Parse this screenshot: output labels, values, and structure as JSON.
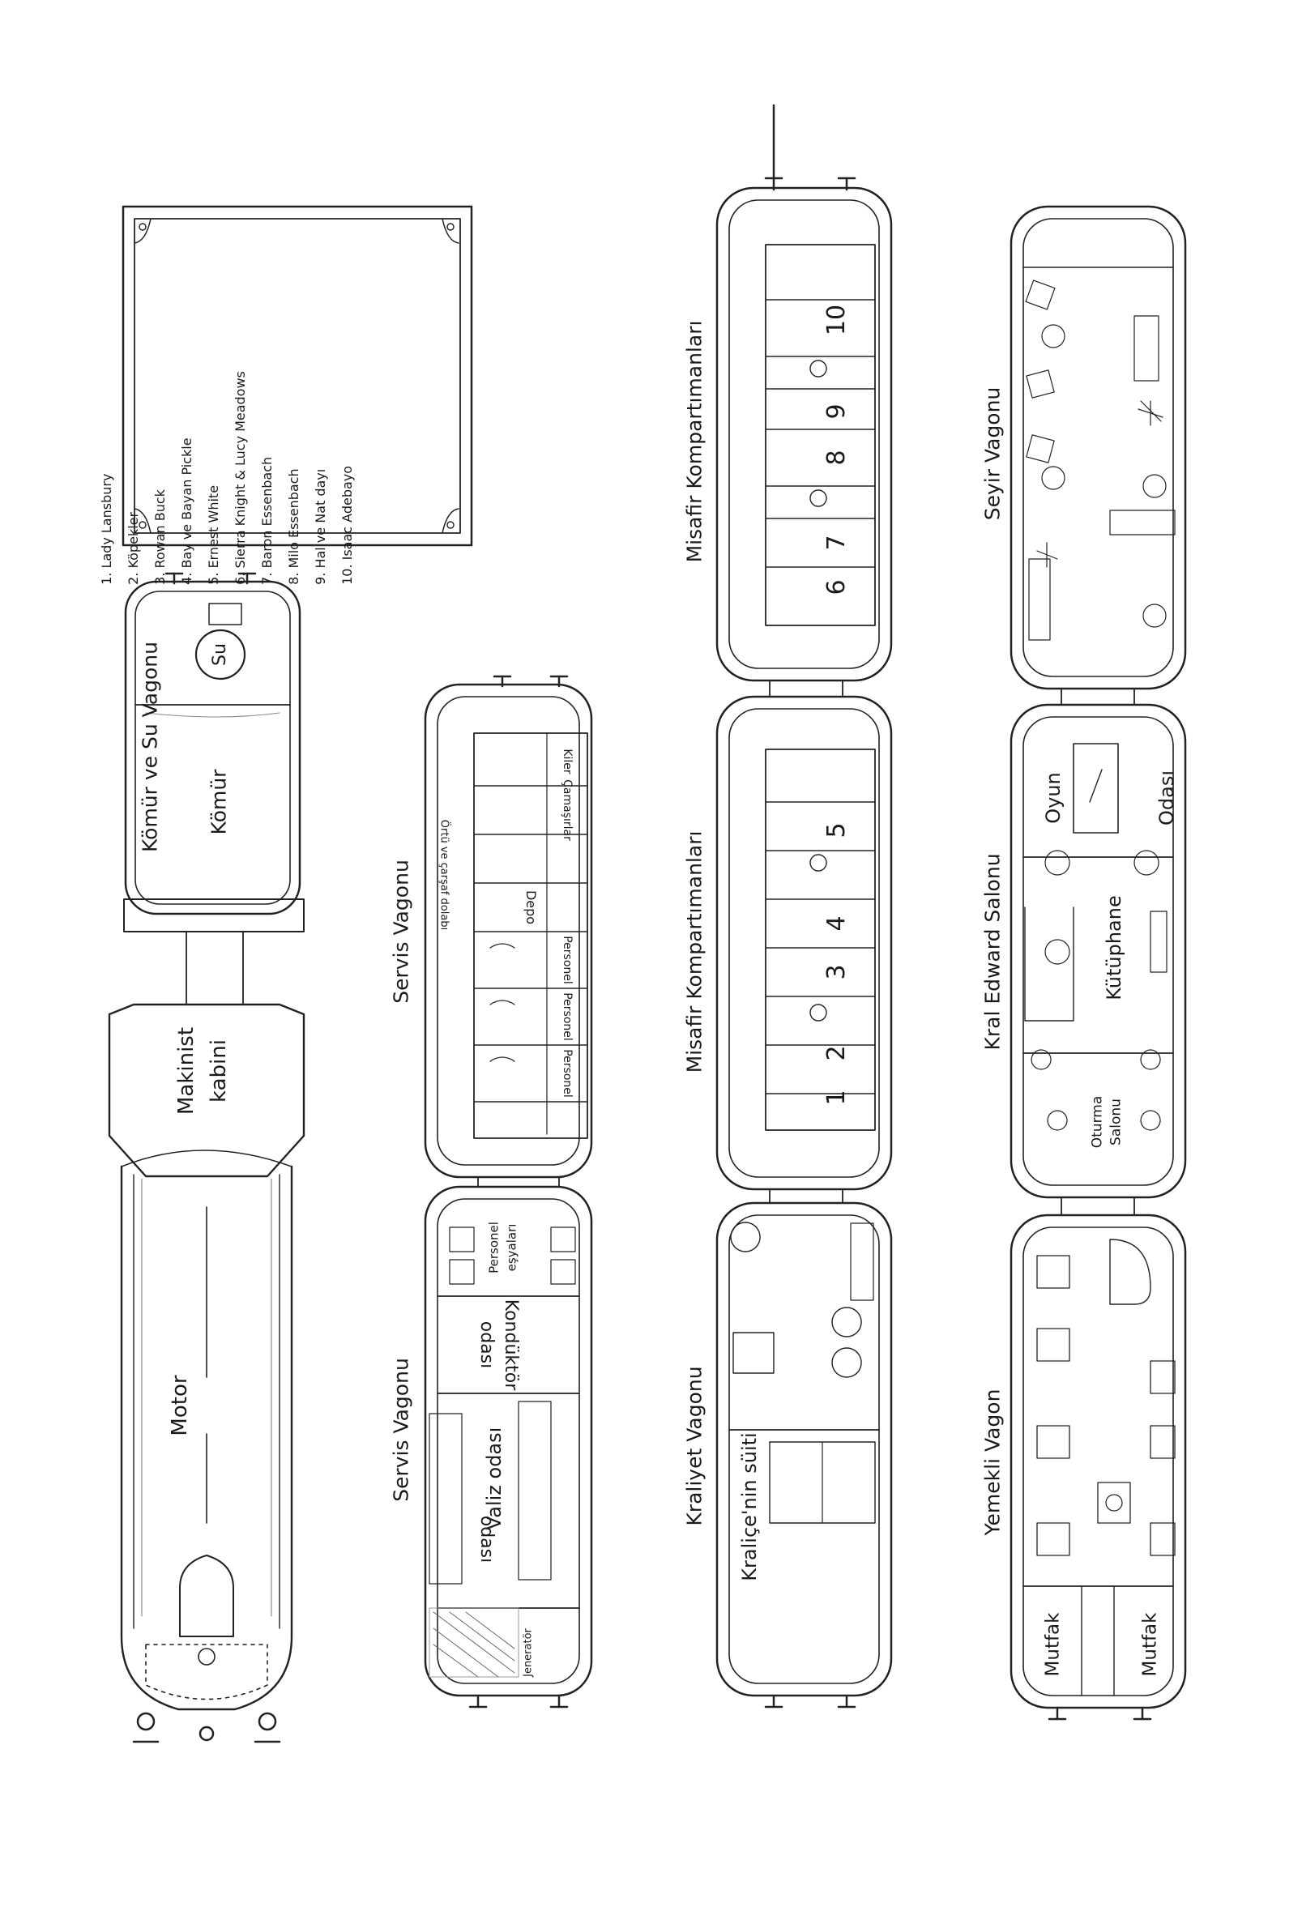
{
  "legend": [
    "1. Lady Lansbury",
    "2. Köpekler",
    "3. Rowan Buck",
    "4. Bay ve Bayan Pickle",
    "5. Ernest White",
    "6. Sierra Knight & Lucy Meadows",
    "7. Baron Essenbach",
    "8. Milo Essenbach",
    "9. Hal ve Nat dayı",
    "10. Isaac Adebayo"
  ],
  "labels": {
    "coal_water_car": "Kömür ve Su Vagonu",
    "water": "Su",
    "coal": "Kömür",
    "driver_cab_1": "Makinist",
    "driver_cab_2": "kabini",
    "engine": "Motor",
    "service_car": "Servis Vagonu",
    "pantry": "Kiler",
    "laundry": "Çamaşırlar",
    "linen_cupboard": "Örtü ve çarşaf dolabı",
    "storage": "Depo",
    "staff": "Personel",
    "staff_belongings_1": "Personel",
    "staff_belongings_2": "eşyaları",
    "conductor_room_1": "Kondüktör",
    "conductor_room_2": "odası",
    "luggage_room": "Valiz odası",
    "luggage_room_tail": "odası",
    "generator": "Jeneratör",
    "guest_compartments": "Misafir Kompartımanları",
    "royal_car": "Kraliyet Vagonu",
    "queen_suite": "Kraliçe'nin süiti",
    "observation_car": "Seyir Vagonu",
    "king_edward_salon": "Kral Edward Salonu",
    "game_room_1": "Oyun",
    "game_room_2": "Odası",
    "library": "Kütüphane",
    "sitting_room_1": "Oturma",
    "sitting_room_2": "Salonu",
    "dining_car": "Yemekli Vagon",
    "kitchen": "Mutfak"
  },
  "compartments": [
    "1",
    "2",
    "3",
    "4",
    "5",
    "6",
    "7",
    "8",
    "9",
    "10"
  ]
}
